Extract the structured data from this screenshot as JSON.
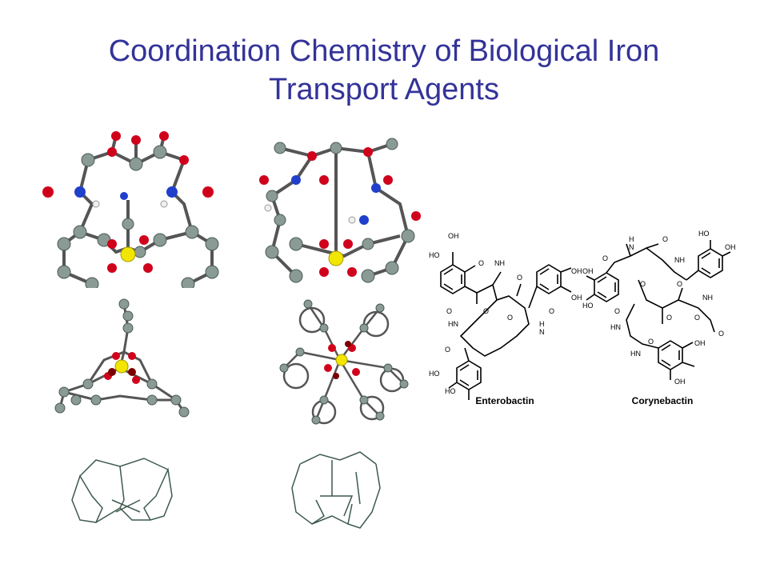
{
  "slide": {
    "title_line1": "Coordination Chemistry of Biological Iron",
    "title_line2": "Transport Agents"
  },
  "structures": {
    "left_name": "Enterobactin",
    "right_name": "Corynebactin",
    "atom_labels": {
      "oh": "OH",
      "ho": "HO",
      "nh": "NH",
      "hn": "HN",
      "h": "H",
      "n": "N",
      "o": "O"
    }
  },
  "colors": {
    "title": "#333399",
    "carbon": "#8a9a94",
    "oxygen": "#d0021b",
    "nitrogen": "#1f3fcc",
    "iron": "#f2e600",
    "hydrogen": "#f0f0f0",
    "wireframe": "#3d5a4d"
  }
}
